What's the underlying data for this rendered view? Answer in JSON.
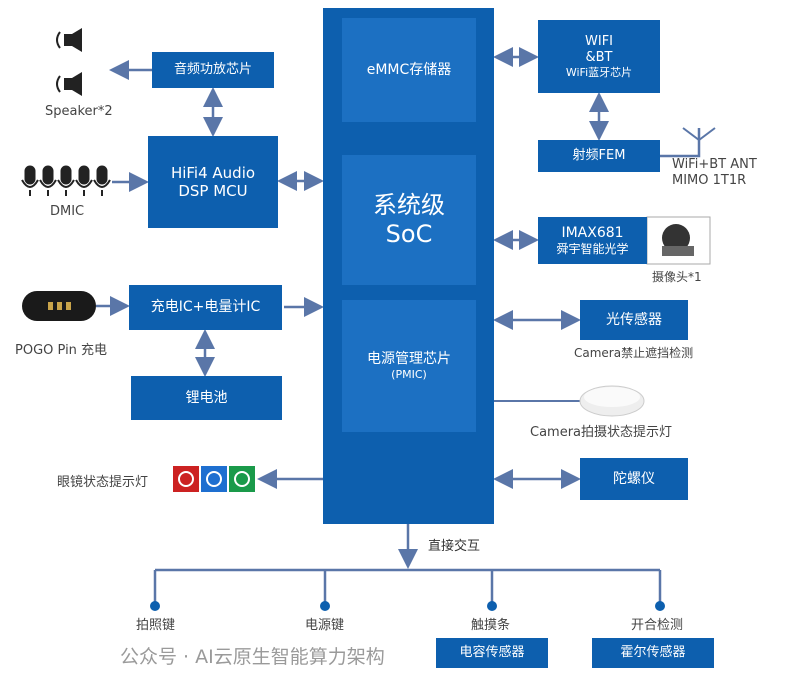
{
  "soc_column": {
    "emmc": "eMMC存储器",
    "soc_line1": "系统级",
    "soc_line2": "SoC",
    "pmic_line1": "电源管理芯片",
    "pmic_line2": "(PMIC)"
  },
  "left": {
    "amp": "音频功放芯片",
    "speaker_label": "Speaker*2",
    "dsp_line1": "HiFi4 Audio",
    "dsp_line2": "DSP MCU",
    "dmic_label": "DMIC",
    "charger": "充电IC+电量计IC",
    "pogo_label": "POGO Pin 充电",
    "battery": "锂电池",
    "status_led_label": "眼镜状态提示灯"
  },
  "right": {
    "wifi_line1": "WIFI",
    "wifi_line2": "&BT",
    "wifi_line3": "WiFi蓝牙芯片",
    "fem": "射频FEM",
    "ant_line1": "WiFi+BT ANT",
    "ant_line2": "MIMO 1T1R",
    "camera_line1": "IMAX681",
    "camera_line2": "舜宇智能光学",
    "camera_label": "摄像头*1",
    "light_sensor": "光传感器",
    "light_sensor_label": "Camera禁止遮挡检测",
    "camera_led_label": "Camera拍摄状态提示灯",
    "gyro": "陀螺仪"
  },
  "bottom": {
    "direct_label": "直接交互",
    "items": [
      "拍照键",
      "电源键",
      "触摸条",
      "开合检测"
    ],
    "touch_sensor": "电容传感器",
    "hall_sensor": "霍尔传感器"
  },
  "watermark": "公众号 · AI云原生智能算力架构",
  "colors": {
    "box": "#0d5fae",
    "inner_box": "#1c70c2",
    "arrow": "#5a76a8"
  }
}
